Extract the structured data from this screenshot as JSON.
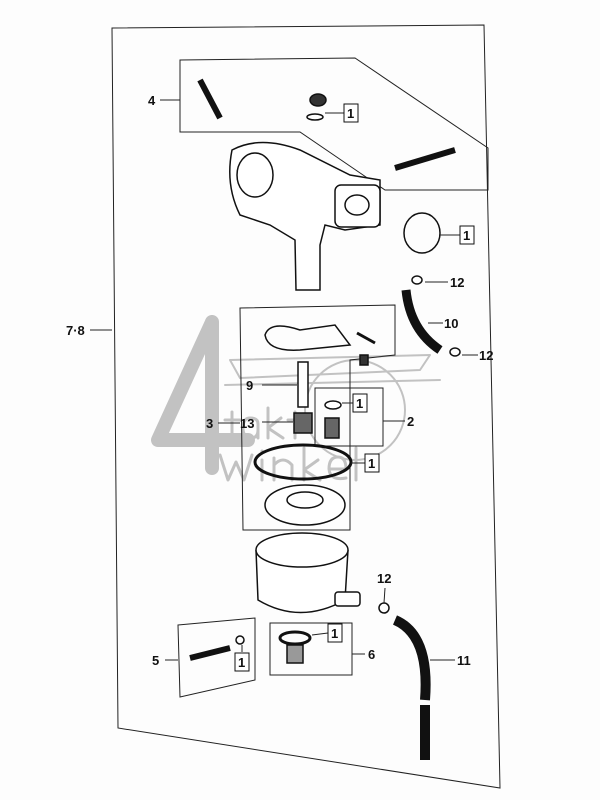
{
  "diagram": {
    "assembly_label": "7·8",
    "callouts": [
      {
        "id": "4",
        "text": "4"
      },
      {
        "id": "1a",
        "text": "1",
        "boxed": true
      },
      {
        "id": "1b",
        "text": "1",
        "boxed": true
      },
      {
        "id": "12a",
        "text": "12"
      },
      {
        "id": "10",
        "text": "10"
      },
      {
        "id": "12b",
        "text": "12"
      },
      {
        "id": "9",
        "text": "9"
      },
      {
        "id": "1c",
        "text": "1",
        "boxed": true
      },
      {
        "id": "2",
        "text": "2"
      },
      {
        "id": "3",
        "text": "3"
      },
      {
        "id": "13",
        "text": "13"
      },
      {
        "id": "1d",
        "text": "1",
        "boxed": true
      },
      {
        "id": "12c",
        "text": "12"
      },
      {
        "id": "1e",
        "text": "1",
        "boxed": true
      },
      {
        "id": "5",
        "text": "5"
      },
      {
        "id": "1f",
        "text": "1",
        "boxed": true
      },
      {
        "id": "6",
        "text": "6"
      },
      {
        "id": "11",
        "text": "11"
      }
    ]
  },
  "watermark": {
    "digit": "4",
    "line1": "takt",
    "line2": "winkel"
  }
}
